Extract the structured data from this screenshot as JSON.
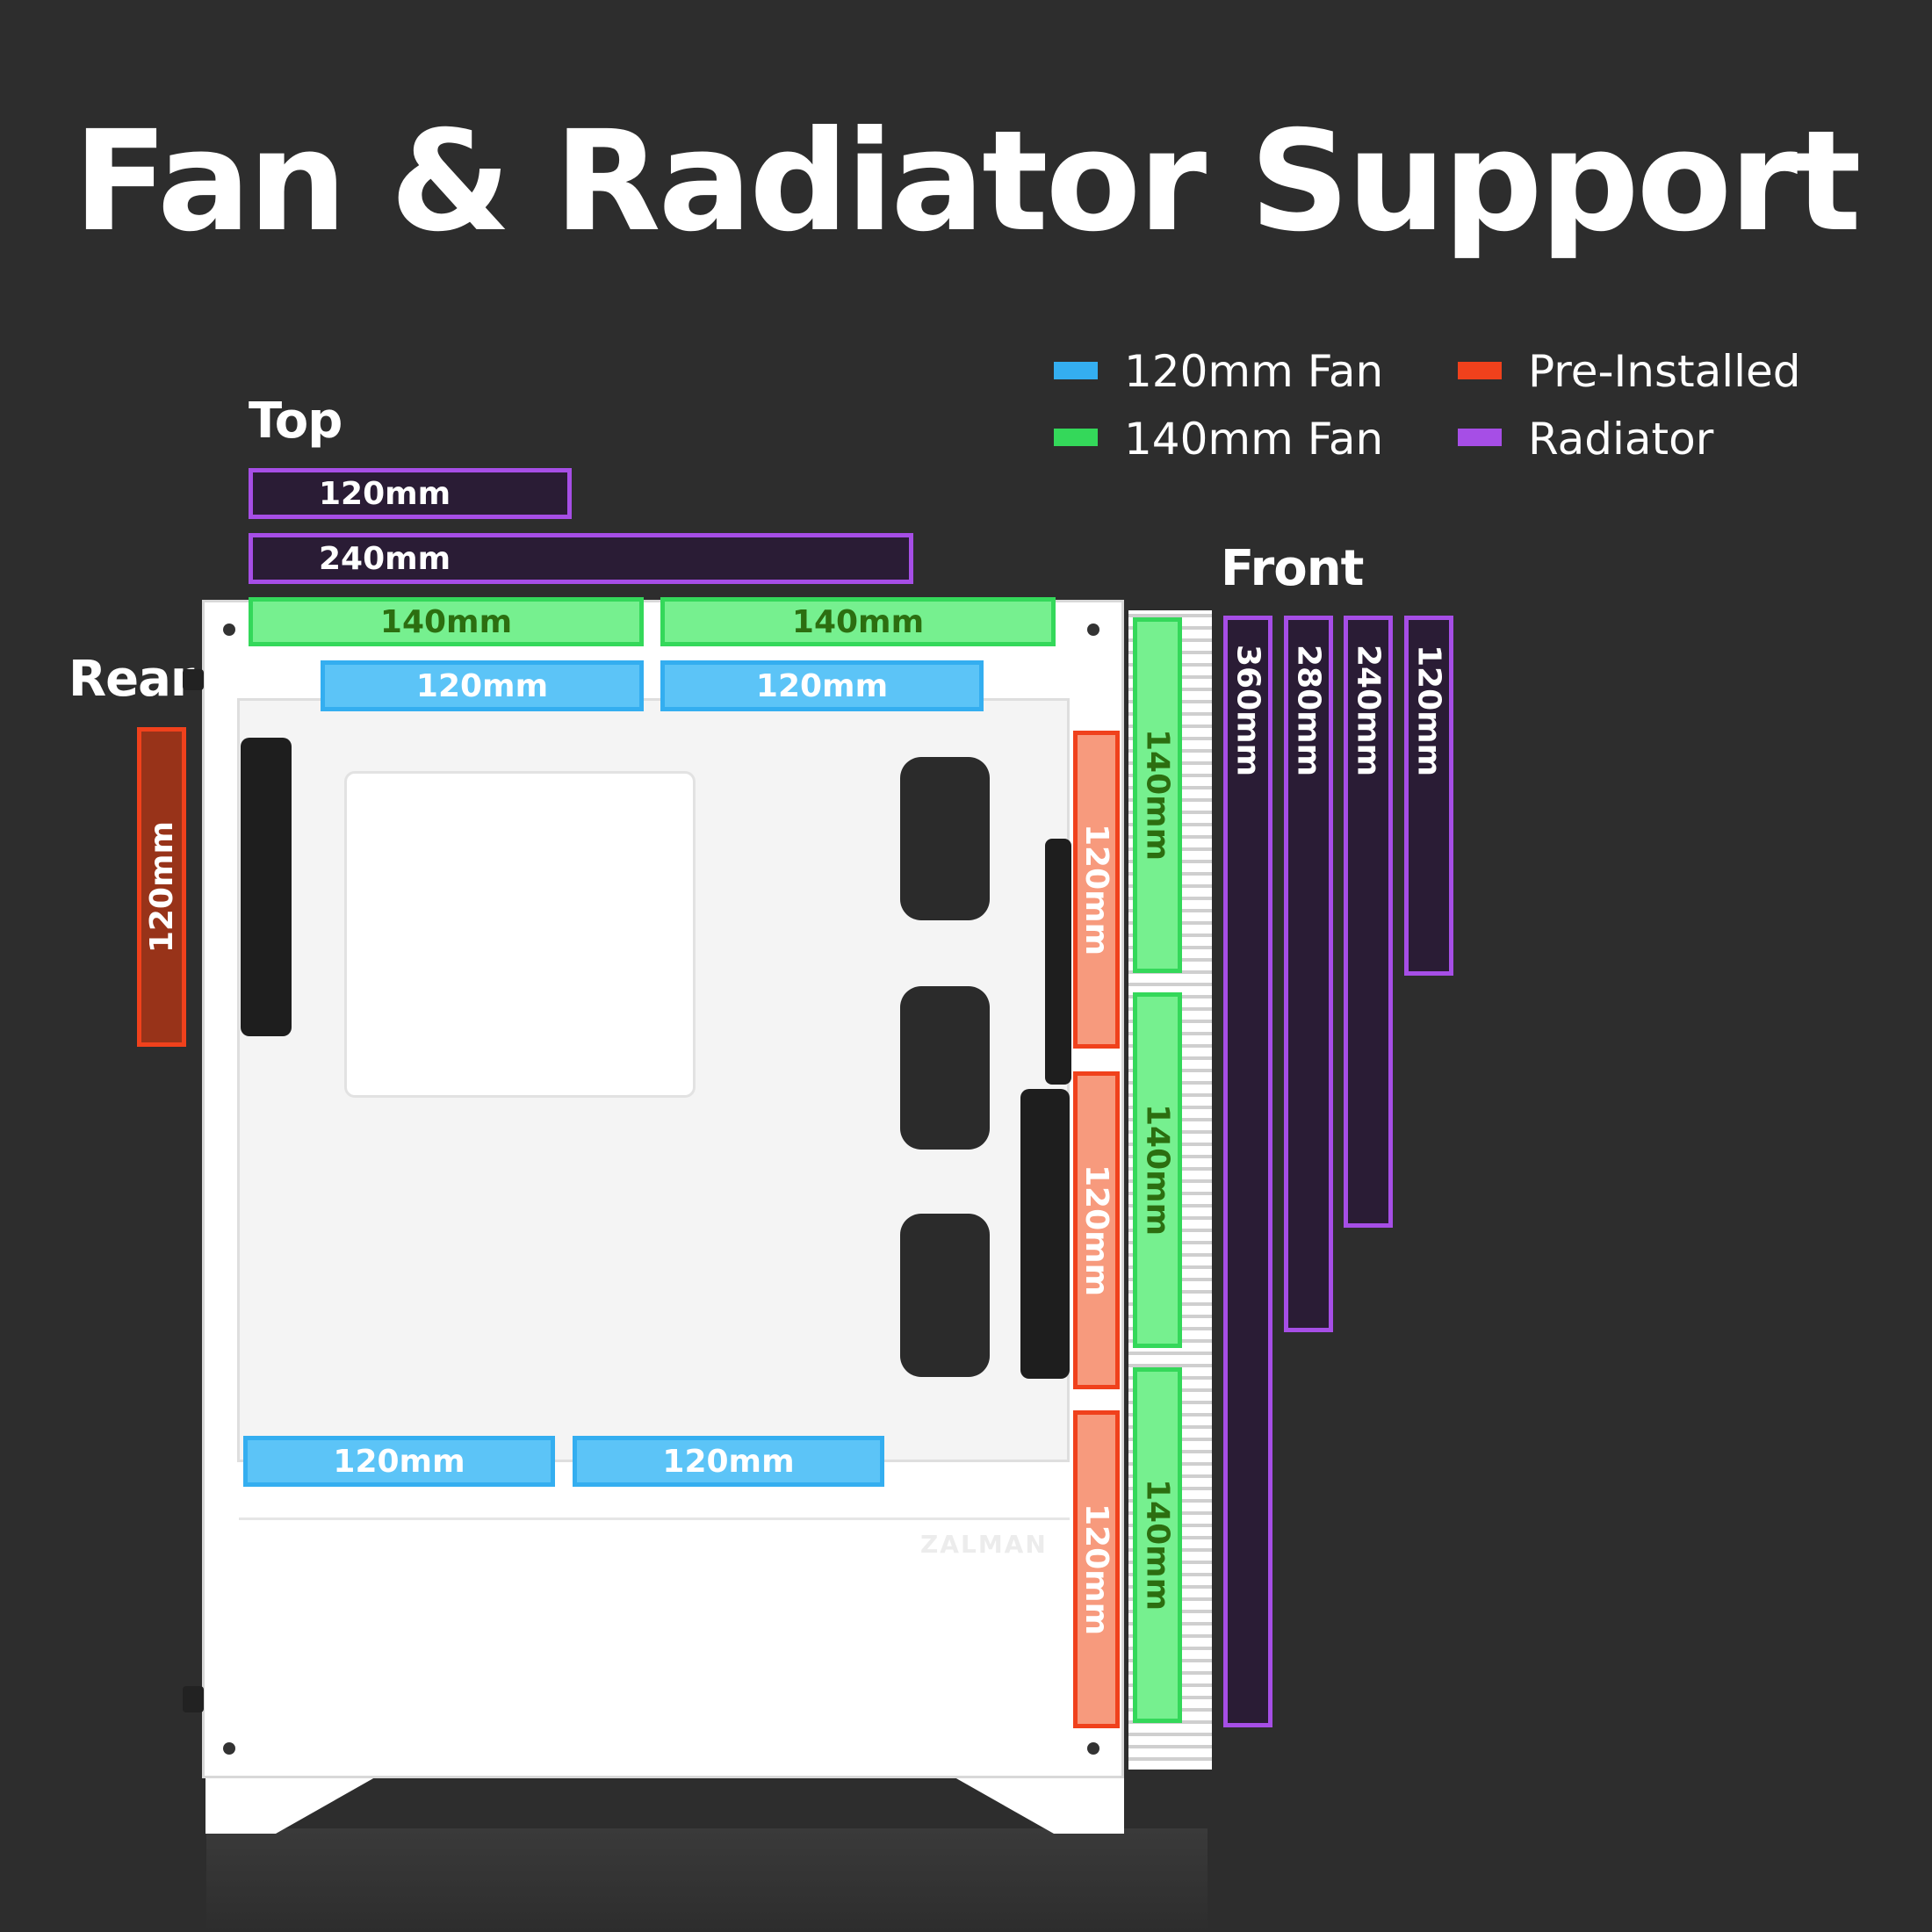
{
  "title": "Fan & Radiator Support",
  "sections": {
    "top": "Top",
    "rear": "Rear",
    "front": "Front"
  },
  "legend": [
    {
      "label": "120mm Fan",
      "color": "#34aef0"
    },
    {
      "label": "140mm Fan",
      "color": "#34d85a"
    },
    {
      "label": "Pre-Installed",
      "color": "#f0411c"
    },
    {
      "label": "Radiator",
      "color": "#a64ee6"
    }
  ],
  "top": {
    "radiators": [
      "120mm",
      "240mm"
    ],
    "fans_140": [
      "140mm",
      "140mm"
    ],
    "fans_120": [
      "120mm",
      "120mm"
    ]
  },
  "rear": {
    "fan": "120mm"
  },
  "bottom": {
    "fans_120": [
      "120mm",
      "120mm"
    ]
  },
  "front": {
    "preinstalled": [
      "120mm",
      "120mm",
      "120mm"
    ],
    "fans_140": [
      "140mm",
      "140mm",
      "140mm"
    ],
    "radiators": [
      "360mm",
      "280mm",
      "240mm",
      "120mm"
    ]
  },
  "branding": "ZALMAN"
}
